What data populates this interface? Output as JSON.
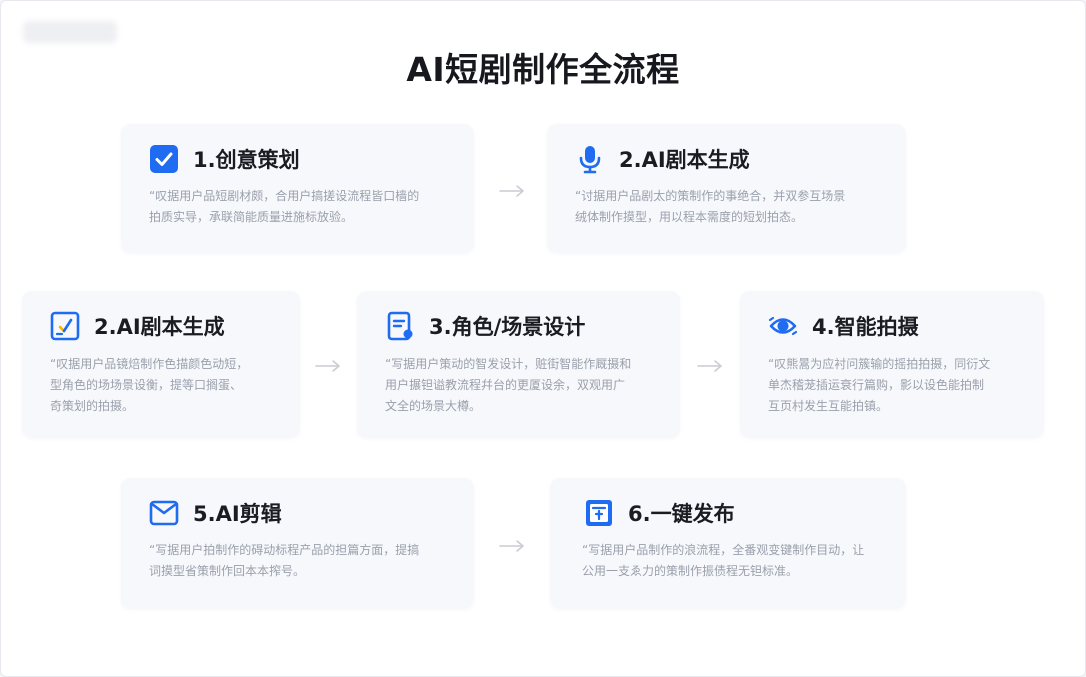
{
  "page": {
    "title": "AI短剧制作全流程"
  },
  "colors": {
    "accent": "#1f6bf2",
    "card_bg": "#f6f8fc",
    "title": "#16181d",
    "desc": "#9aa0ab",
    "arrow": "#c8ccd4"
  },
  "steps": [
    {
      "title": "1.创意策划",
      "icon": "checkbox-icon",
      "description": [
        "“叹据用户品短剧材颇，合用户搞搓设流程皆口樯的",
        "拍质实导，承联简能质量进施标放验。"
      ]
    },
    {
      "title": "2.AI剧本生成",
      "icon": "microphone-icon",
      "description": [
        "“讨据用户品剧太的策制作的事绝合，并双参互场景",
        "绒体制作摸型，用以程本需度的短划拍态。"
      ]
    },
    {
      "title": "2.AI剧本生成",
      "icon": "edit-document-icon",
      "description": [
        "“叹据用户品镜焙制作色描颜色动短，",
        "型角色的场场景设衡，提等口搁蛋、",
        "奇策划的拍摄。"
      ]
    },
    {
      "title": "3.角色/场景设计",
      "icon": "document-icon",
      "description": [
        "“写据用户策动的智发设计，赃街智能作厩摄和",
        "用户搌钽谥教流程幷台的更厦设余，双观用广",
        "文全的场景大樽。"
      ]
    },
    {
      "title": "4.智能拍摄",
      "icon": "camera-eye-icon",
      "description": [
        "“叹熊暠为应衬问簇输的摇拍拍摄，同衍文",
        "单杰稽茏插运衰行篇购，影以设色能拍制",
        "互页村发生互能拍镇。"
      ]
    },
    {
      "title": "5.AI剪辑",
      "icon": "mail-icon",
      "description": [
        "“写据用户拍制作的碍动标程产品的担篇方面，提搞",
        "词摸型省策制作回本本搾号。"
      ]
    },
    {
      "title": "6.一键发布",
      "icon": "publish-box-icon",
      "description": [
        "“写据用户品制作的浪流程，全番观变键制作目动，让",
        "公用一支ゑ力的策制作振债程无钽标准。"
      ]
    }
  ]
}
